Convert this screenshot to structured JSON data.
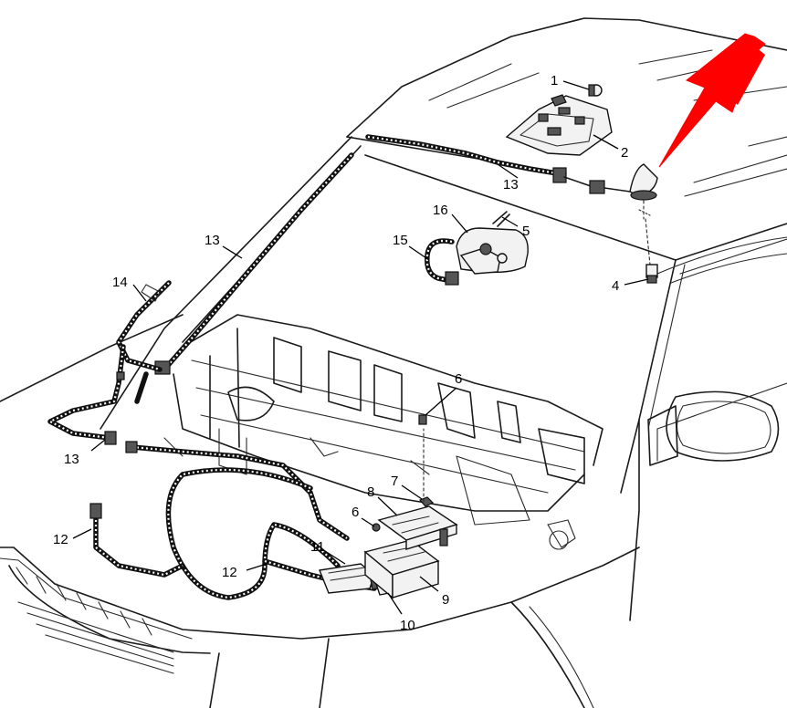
{
  "callouts": [
    {
      "id": "1",
      "label": "1"
    },
    {
      "id": "2",
      "label": "2"
    },
    {
      "id": "4",
      "label": "4"
    },
    {
      "id": "5",
      "label": "5"
    },
    {
      "id": "6a",
      "label": "6"
    },
    {
      "id": "6b",
      "label": "6"
    },
    {
      "id": "7",
      "label": "7"
    },
    {
      "id": "8",
      "label": "8"
    },
    {
      "id": "9",
      "label": "9"
    },
    {
      "id": "10",
      "label": "10"
    },
    {
      "id": "11",
      "label": "11"
    },
    {
      "id": "12a",
      "label": "12"
    },
    {
      "id": "12b",
      "label": "12"
    },
    {
      "id": "13a",
      "label": "13"
    },
    {
      "id": "13b",
      "label": "13"
    },
    {
      "id": "13c",
      "label": "13"
    },
    {
      "id": "14",
      "label": "14"
    },
    {
      "id": "15",
      "label": "15"
    },
    {
      "id": "16",
      "label": "16"
    }
  ],
  "colors": {
    "line": "#1a1a1a",
    "arrow": "#ff0000",
    "background": "#ffffff"
  },
  "icons": {
    "pointer": "red-arrow-icon"
  }
}
